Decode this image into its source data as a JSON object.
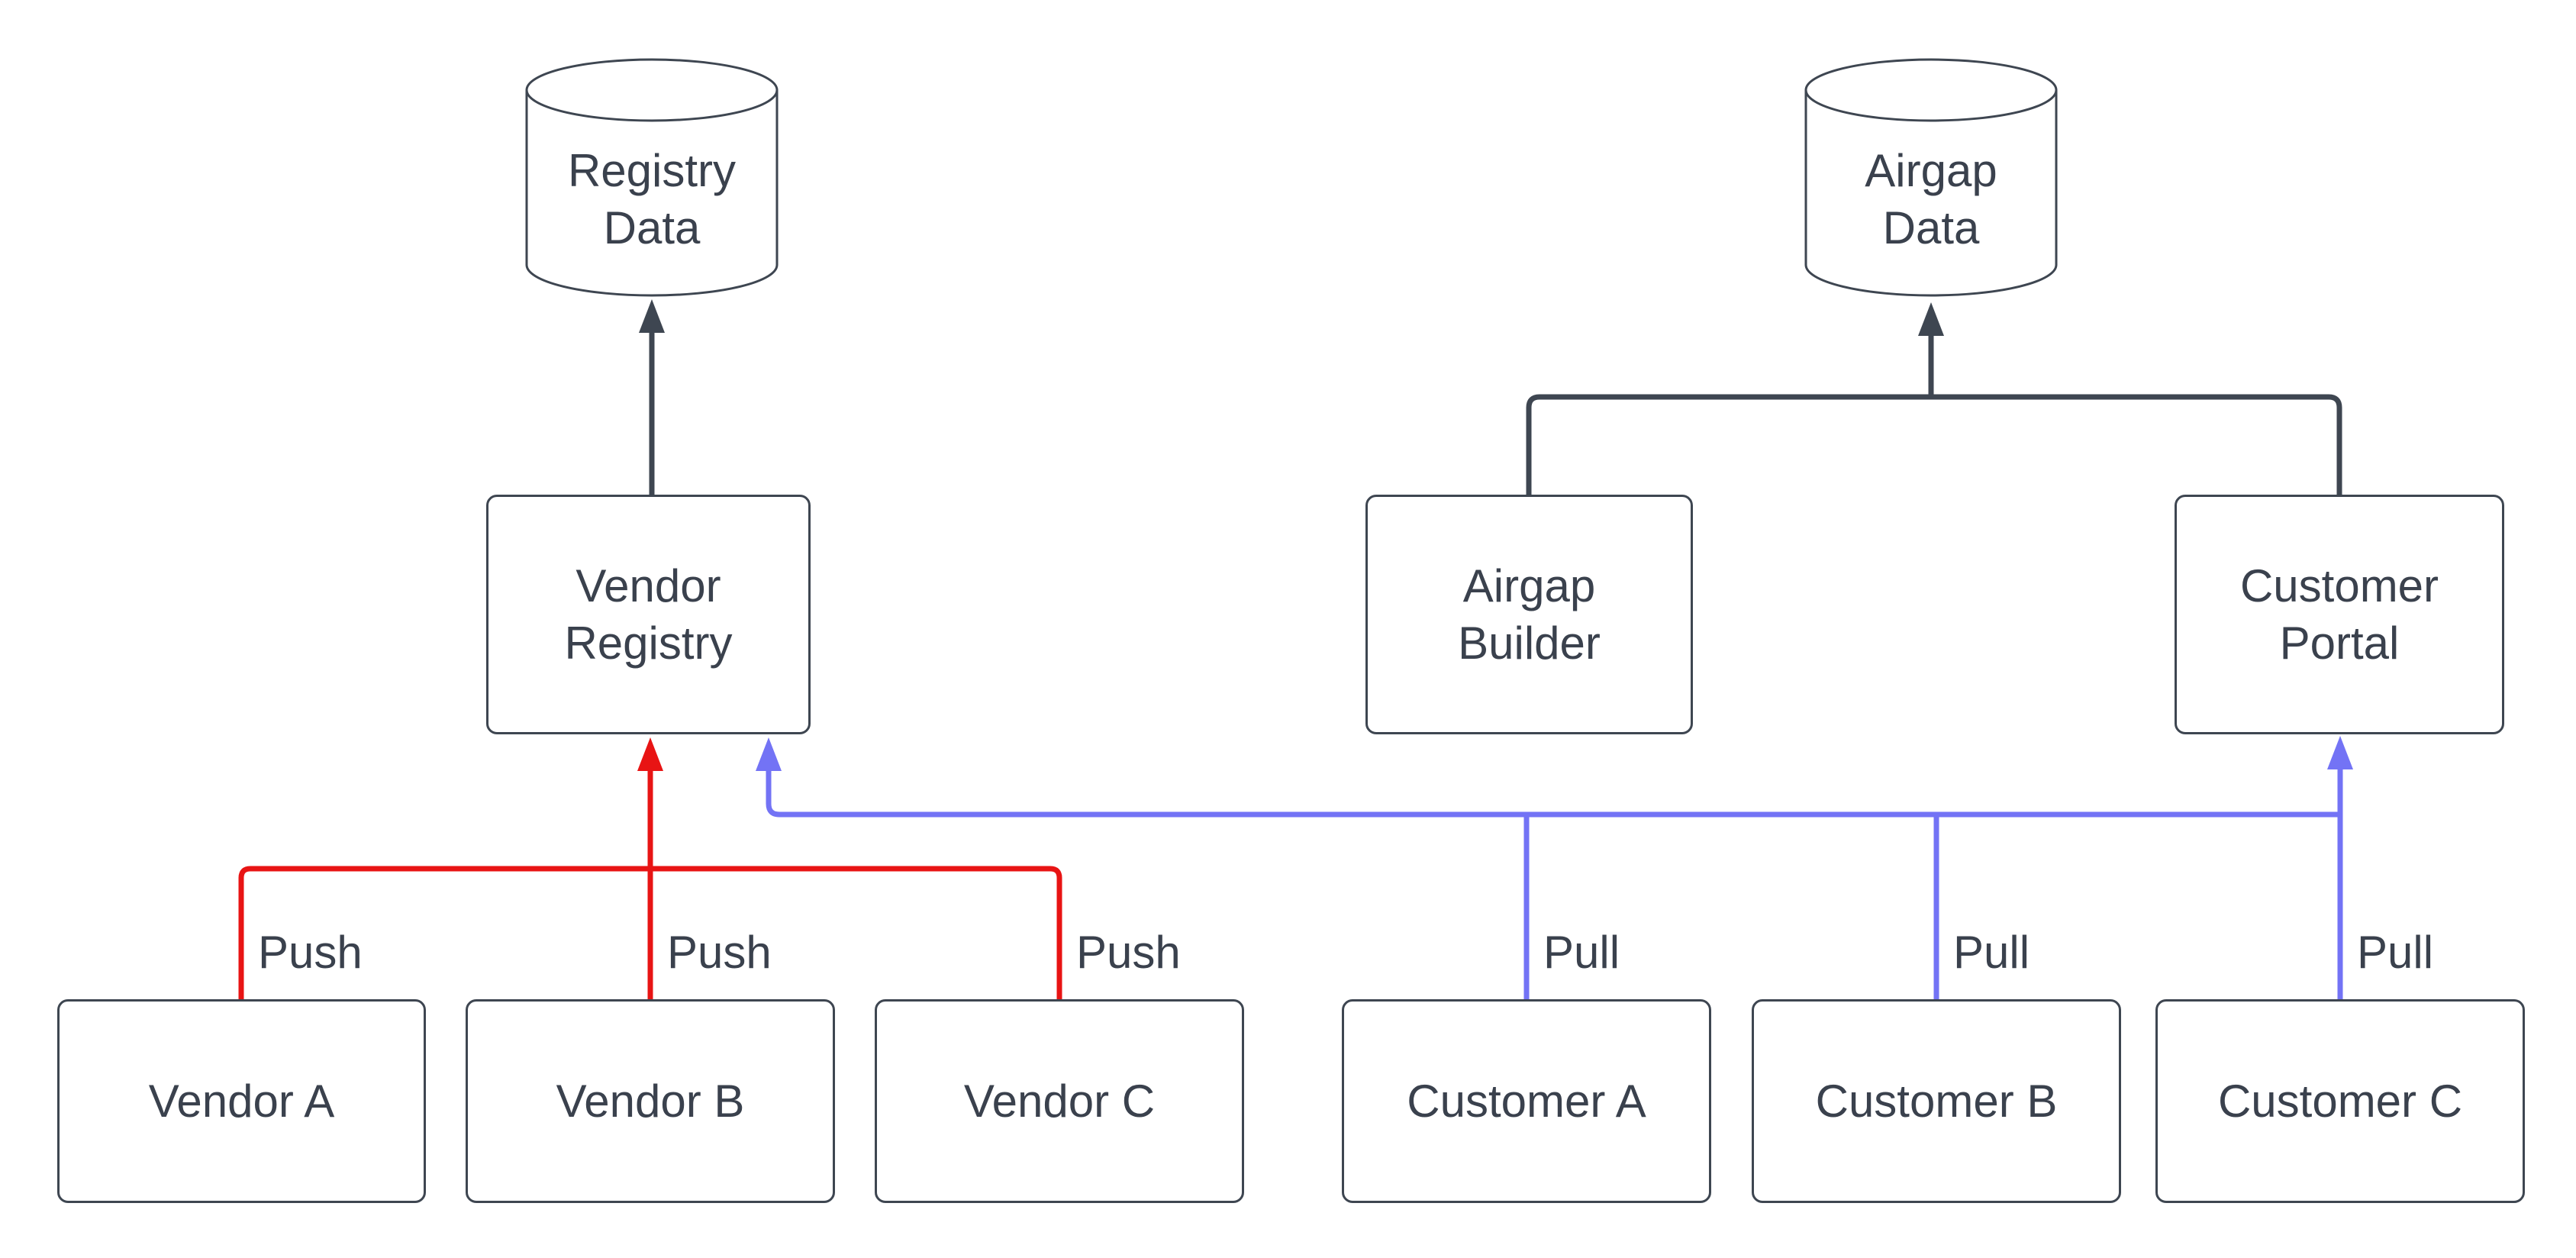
{
  "diagram": {
    "colors": {
      "dark_stroke": "#3e4651",
      "text": "#3a414d",
      "push_red": "#e81414",
      "pull_blue": "#7373f5",
      "background": "#ffffff"
    },
    "nodes": {
      "registry_data": {
        "label": "Registry\nData",
        "shape": "cylinder"
      },
      "airgap_data": {
        "label": "Airgap\nData",
        "shape": "cylinder"
      },
      "vendor_registry": {
        "label": "Vendor\nRegistry",
        "shape": "rectangle"
      },
      "airgap_builder": {
        "label": "Airgap\nBuilder",
        "shape": "rectangle"
      },
      "customer_portal": {
        "label": "Customer\nPortal",
        "shape": "rectangle"
      },
      "vendor_a": {
        "label": "Vendor A",
        "shape": "rectangle"
      },
      "vendor_b": {
        "label": "Vendor B",
        "shape": "rectangle"
      },
      "vendor_c": {
        "label": "Vendor C",
        "shape": "rectangle"
      },
      "customer_a": {
        "label": "Customer A",
        "shape": "rectangle"
      },
      "customer_b": {
        "label": "Customer B",
        "shape": "rectangle"
      },
      "customer_c": {
        "label": "Customer C",
        "shape": "rectangle"
      }
    },
    "push_labels": [
      "Push",
      "Push",
      "Push"
    ],
    "pull_labels": [
      "Pull",
      "Pull",
      "Pull"
    ]
  }
}
